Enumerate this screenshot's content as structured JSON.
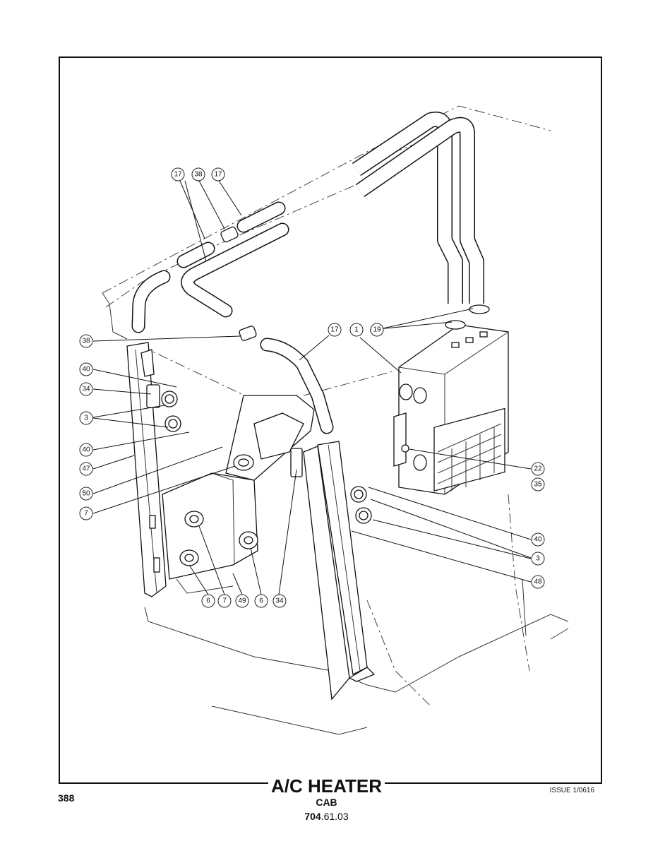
{
  "title": "A/C HEATER",
  "subtitle": "CAB",
  "doc_number_bold": "704",
  "doc_number_rest": ".61.03",
  "page_number": "388",
  "issue": "ISSUE 1/0616",
  "callouts": {
    "c17a": "17",
    "c38a": "38",
    "c17b": "17",
    "c38b": "38",
    "c17c": "17",
    "c1": "1",
    "c19": "19",
    "c40a": "40",
    "c34a": "34",
    "c3a": "3",
    "c40b": "40",
    "c47": "47",
    "c50": "50",
    "c7a": "7",
    "c22": "22",
    "c35": "35",
    "c40c": "40",
    "c3b": "3",
    "c48": "48",
    "c6a": "6",
    "c7b": "7",
    "c49": "49",
    "c6b": "6",
    "c34b": "34"
  }
}
